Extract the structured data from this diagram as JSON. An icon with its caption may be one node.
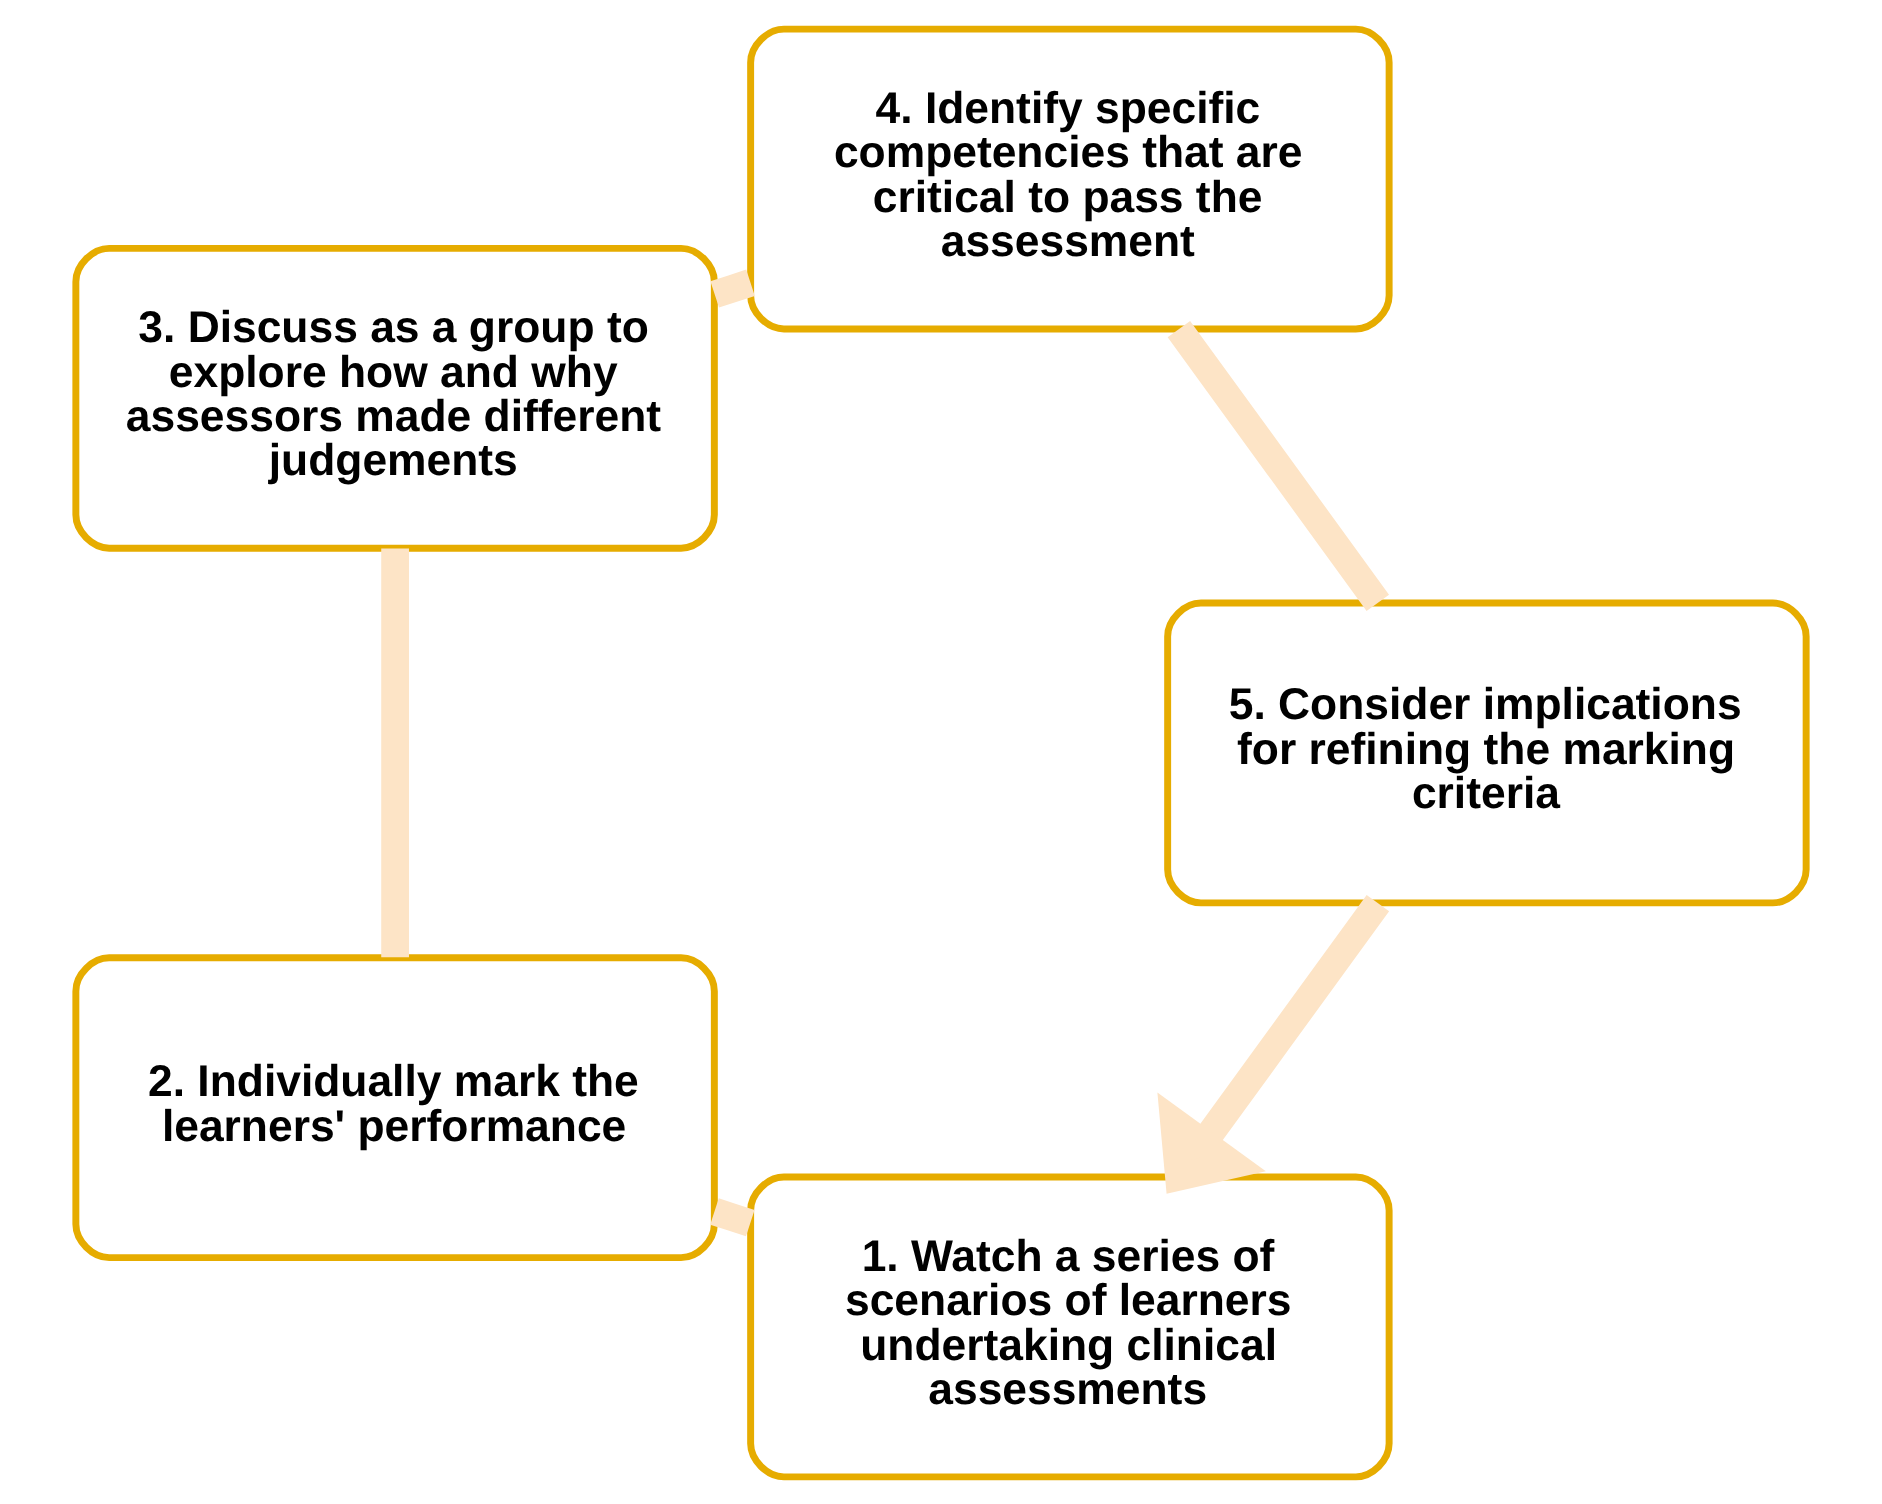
{
  "diagram": {
    "nodes": [
      {
        "text": [
          "1. Watch a series of scenarios of learners undertaking clinical assessments"
        ]
      },
      {
        "text": [
          "2. Individually mark the learners' performance"
        ]
      },
      {
        "text": [
          "3. Discuss as a group to explore how and why assessors made different judgements"
        ]
      },
      {
        "text": [
          "4. Identify specific competencies that are critical to pass the assessment"
        ]
      },
      {
        "text": [
          "5. Consider implications for refining the marking criteria"
        ]
      }
    ],
    "edges": [
      {
        "from": 0,
        "to": 1,
        "arrow": "none"
      },
      {
        "from": 1,
        "to": 2,
        "arrow": "none"
      },
      {
        "from": 2,
        "to": 3,
        "arrow": "none"
      },
      {
        "from": 3,
        "to": 4,
        "arrow": "none"
      },
      {
        "from": 4,
        "to": 0,
        "arrow": "to"
      }
    ]
  }
}
